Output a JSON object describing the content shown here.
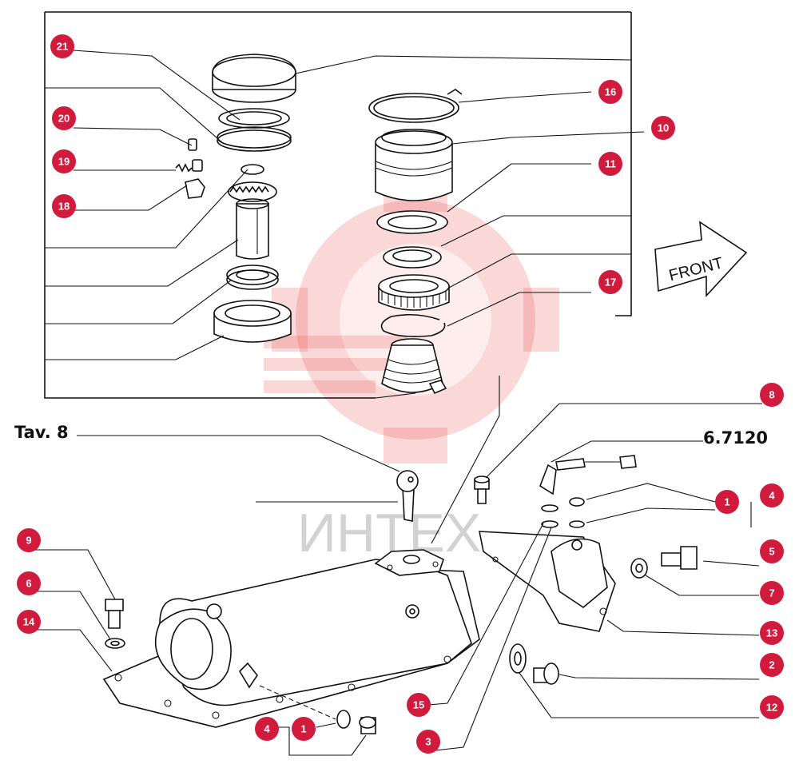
{
  "header": {
    "left_ref": "Tav. 8",
    "right_ref": "6.7120",
    "front_label": "FRONT"
  },
  "watermark": {
    "text": "ИНТЕХ",
    "color": "#e84c4c"
  },
  "callout_color": "#d01b3c",
  "callouts": [
    {
      "id": "c21",
      "label": "21"
    },
    {
      "id": "c20",
      "label": "20"
    },
    {
      "id": "c19",
      "label": "19"
    },
    {
      "id": "c18",
      "label": "18"
    },
    {
      "id": "c16",
      "label": "16"
    },
    {
      "id": "c10",
      "label": "10"
    },
    {
      "id": "c11",
      "label": "11"
    },
    {
      "id": "c17",
      "label": "17"
    },
    {
      "id": "c8",
      "label": "8"
    },
    {
      "id": "c1a",
      "label": "1"
    },
    {
      "id": "c4a",
      "label": "4"
    },
    {
      "id": "c5",
      "label": "5"
    },
    {
      "id": "c7",
      "label": "7"
    },
    {
      "id": "c13",
      "label": "13"
    },
    {
      "id": "c2",
      "label": "2"
    },
    {
      "id": "c12",
      "label": "12"
    },
    {
      "id": "c9",
      "label": "9"
    },
    {
      "id": "c6",
      "label": "6"
    },
    {
      "id": "c14",
      "label": "14"
    },
    {
      "id": "c15",
      "label": "15"
    },
    {
      "id": "c3",
      "label": "3"
    },
    {
      "id": "c4b",
      "label": "4"
    },
    {
      "id": "c1b",
      "label": "1"
    }
  ]
}
